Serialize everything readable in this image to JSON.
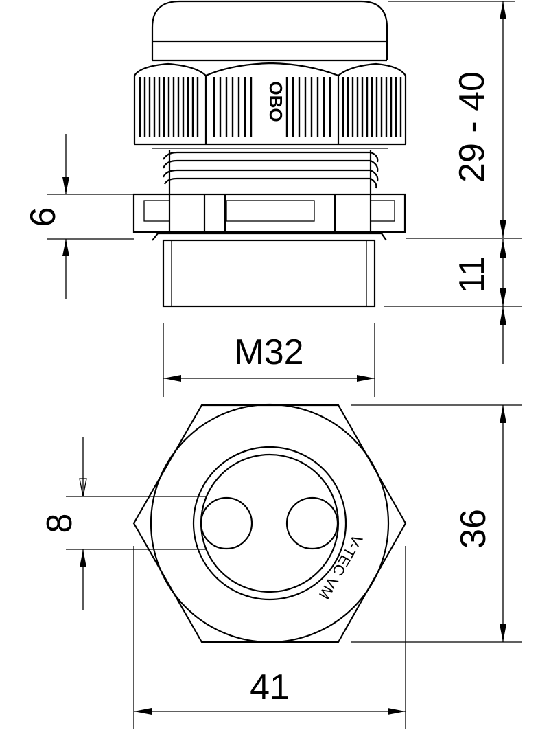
{
  "dimensions": {
    "side_range": "29 - 40",
    "body_height": "11",
    "locknut_height": "6",
    "thread": "M32",
    "hex_across_flats": "36",
    "hex_across_corners": "41",
    "hole_diameter": "8"
  },
  "markings": {
    "brand": "OBO",
    "insert": "V-TEC VM"
  },
  "colors": {
    "line": "#000000",
    "background": "#ffffff"
  }
}
